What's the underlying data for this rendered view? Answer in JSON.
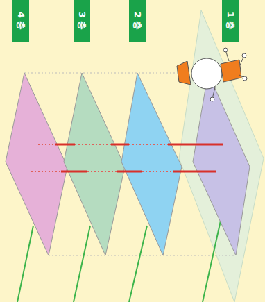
{
  "diagram": {
    "nodes": [
      {
        "text": [
          "4 층"
        ]
      },
      {
        "text": [
          "3 층"
        ]
      },
      {
        "text": [
          "2 층"
        ]
      },
      {
        "text": [
          "1 층"
        ]
      }
    ]
  }
}
